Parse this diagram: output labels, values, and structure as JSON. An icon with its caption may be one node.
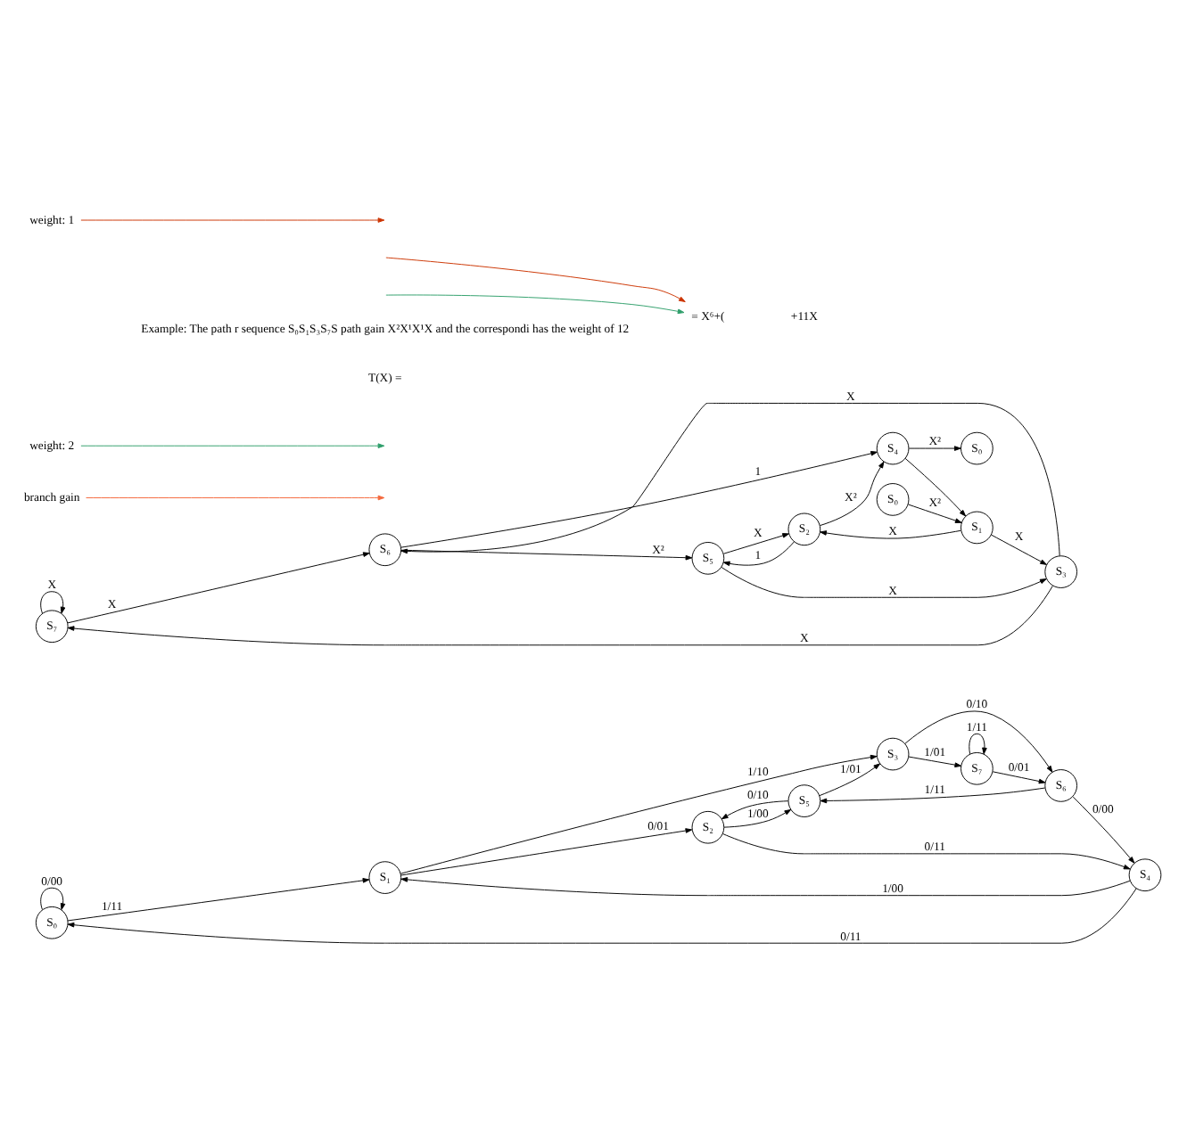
{
  "diagram": {
    "nodes": [
      {
        "text": [
          "S₀"
        ]
      },
      {
        "text": [
          "S₁"
        ]
      },
      {
        "text": [
          "S₂"
        ]
      },
      {
        "text": [
          "S₃"
        ]
      },
      {
        "text": [
          "S₄"
        ]
      },
      {
        "text": [
          "S₅"
        ]
      },
      {
        "text": [
          "S₆"
        ]
      },
      {
        "text": [
          "S₇"
        ]
      },
      {
        "text": [
          "S₇"
        ]
      },
      {
        "text": [
          "S₃"
        ]
      },
      {
        "text": [
          "S₆"
        ]
      },
      {
        "text": [
          "S₅"
        ]
      },
      {
        "text": [
          "S₀"
        ]
      },
      {
        "text": [
          "S₁"
        ]
      },
      {
        "text": [
          "S₂"
        ]
      },
      {
        "text": [
          "S₄"
        ]
      },
      {
        "text": [
          "S₀"
        ]
      },
      {
        "text": [
          "branch gain"
        ]
      },
      {
        "text": [
          "weight: 2"
        ]
      },
      {
        "text": [
          "weight: 1"
        ]
      },
      {
        "text": [
          "= X⁶+("
        ]
      }
    ],
    "edges": [
      {
        "from": 0,
        "to": 0,
        "arrow": "to",
        "label": "0/00"
      },
      {
        "from": 0,
        "to": 1,
        "arrow": "to",
        "label": "1/11"
      },
      {
        "from": 1,
        "to": 3,
        "arrow": "to",
        "label": "1/10"
      },
      {
        "from": 1,
        "to": 2,
        "arrow": "to",
        "label": "0/01"
      },
      {
        "from": 2,
        "to": 5,
        "arrow": "to",
        "label": "1/00"
      },
      {
        "from": 5,
        "to": 2,
        "arrow": "to",
        "label": "0/10"
      },
      {
        "from": 4,
        "to": 1,
        "arrow": "to",
        "label": "1/00"
      },
      {
        "from": 5,
        "to": 3,
        "arrow": "to",
        "label": "1/01"
      },
      {
        "from": 3,
        "to": 7,
        "arrow": "to",
        "label": "1/01"
      },
      {
        "from": 3,
        "to": 6,
        "arrow": "to",
        "label": "0/10"
      },
      {
        "from": 7,
        "to": 7,
        "arrow": "to",
        "label": "1/11"
      },
      {
        "from": 4,
        "to": 0,
        "arrow": "to",
        "label": "0/11"
      },
      {
        "from": 2,
        "to": 4,
        "arrow": "to",
        "label": "0/11"
      },
      {
        "from": 6,
        "to": 5,
        "arrow": "to",
        "label": "1/11"
      },
      {
        "from": 7,
        "to": 6,
        "arrow": "to",
        "label": "0/01"
      },
      {
        "from": 6,
        "to": 4,
        "arrow": "to",
        "label": "0/00"
      },
      {
        "from": 8,
        "to": 8,
        "arrow": "to",
        "label": "X"
      },
      {
        "from": 9,
        "to": 8,
        "arrow": "to",
        "label": "X"
      },
      {
        "from": 8,
        "to": 10,
        "arrow": "to",
        "label": "X"
      },
      {
        "from": 9,
        "to": 10,
        "arrow": "to",
        "label": "X"
      },
      {
        "from": 11,
        "to": 9,
        "arrow": "to",
        "label": "X"
      },
      {
        "from": 10,
        "to": 11,
        "arrow": "to",
        "label": "X²"
      },
      {
        "from": 13,
        "to": 9,
        "arrow": "to",
        "label": "X"
      },
      {
        "from": 10,
        "to": 15,
        "arrow": "to",
        "label": "1"
      },
      {
        "from": 14,
        "to": 11,
        "arrow": "to",
        "label": "1"
      },
      {
        "from": 11,
        "to": 14,
        "arrow": "to",
        "label": "X"
      },
      {
        "from": 12,
        "to": 13,
        "arrow": "to",
        "label": "X²"
      },
      {
        "from": 13,
        "to": 14,
        "arrow": "to",
        "label": "X"
      },
      {
        "from": 14,
        "to": 15,
        "arrow": "to",
        "label": "X²"
      },
      {
        "from": 15,
        "to": 16,
        "arrow": "to",
        "label": "X²"
      },
      {
        "from": 15,
        "to": 13,
        "arrow": "to"
      },
      {
        "from": 17,
        "to": null,
        "arrow": "to",
        "color": "#f4683c"
      },
      {
        "from": 18,
        "to": null,
        "arrow": "to",
        "color": "#2e9e6a"
      },
      {
        "from": 19,
        "to": null,
        "arrow": "to",
        "color": "#cc3300"
      },
      {
        "from": null,
        "to": 20,
        "arrow": "to",
        "color": "#cc3300"
      },
      {
        "from": null,
        "to": 20,
        "arrow": "to",
        "color": "#2e9e6a"
      }
    ],
    "labels": [
      "Example: The path r sequence S₀S₁S₃S₇S path gain X²X¹X¹X and the correspondi has the weight of 12",
      "T(X) =",
      "+11X"
    ]
  }
}
